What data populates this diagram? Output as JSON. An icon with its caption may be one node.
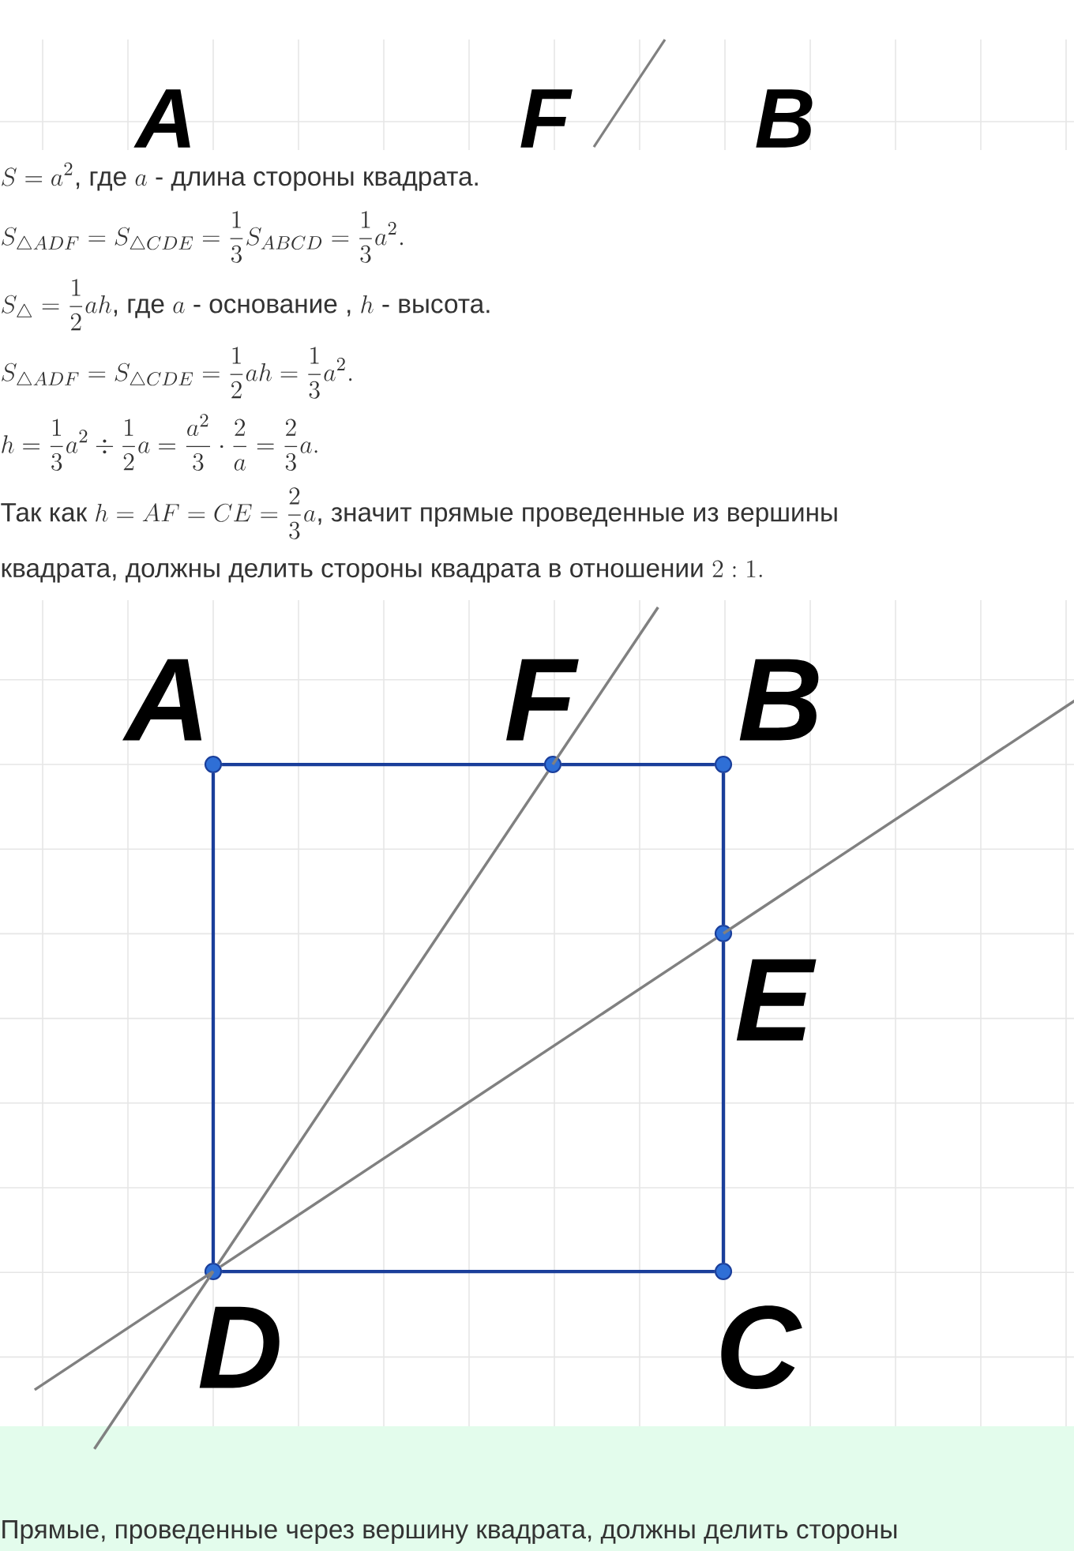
{
  "diagram": {
    "nodes": [
      {
        "text": [
          "A"
        ]
      },
      {
        "text": [
          "F"
        ]
      },
      {
        "text": [
          "B"
        ]
      },
      {
        "text": [
          "E"
        ]
      },
      {
        "text": [
          "C"
        ]
      },
      {
        "text": [
          "D"
        ]
      }
    ],
    "edges": [
      {
        "from": 0,
        "to": 1,
        "arrow": "none"
      },
      {
        "from": 1,
        "to": 2,
        "arrow": "none"
      },
      {
        "from": 2,
        "to": 3,
        "arrow": "none"
      },
      {
        "from": 3,
        "to": 4,
        "arrow": "none"
      },
      {
        "from": 4,
        "to": 5,
        "arrow": "none"
      },
      {
        "from": 5,
        "to": 0,
        "arrow": "none"
      },
      {
        "from": 5,
        "to": 1,
        "arrow": "none",
        "color": "#808080"
      },
      {
        "from": 5,
        "to": 3,
        "arrow": "none",
        "color": "#808080"
      }
    ],
    "labels": [
      "A",
      "F",
      "B",
      "S=a^{2}\\text{, где } a\\text{ - длина стороны квадрата.}",
      "S_{\\triangle ADF}=S_{\\triangle CDE}=\\frac{1}{3}S_{ABCD}=\\frac{1}{3}a^{2}.",
      "S_{\\triangle}=\\frac{1}{2}ah\\text{, где } a\\text{ - основание , } h\\text{ - высота.}",
      "S_{\\triangle ADF}=S_{\\triangle CDE}=\\frac{1}{2}ah=\\frac{1}{3}a^{2}.",
      "h=\\frac{1}{3}a^{2}\\div\\frac{1}{2}a=\\frac{a^{2}}{3}\\cdot\\frac{2}{a}=\\frac{2}{3}a.",
      "\\text{Так как } h=AF=CE=\\frac{2}{3}a\\text{, значит прямые проведенные из вершины}",
      "\\text{квадрата, должны делить стороны квадрата в отношении } 2:1.",
      "Прямые, проведенные через вершину квадрата, должны делить стороны"
    ]
  }
}
